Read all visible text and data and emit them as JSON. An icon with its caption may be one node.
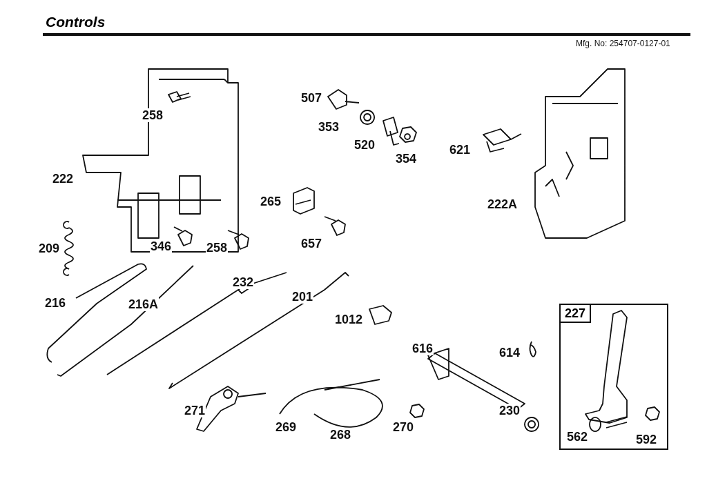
{
  "diagram": {
    "title": "Controls",
    "nodes": [
      {
        "text": [
          "227"
        ]
      }
    ],
    "edges": [],
    "labels": [
      "Mfg. No: 254707-0127-01",
      "507",
      "258",
      "353",
      "520",
      "621",
      "354",
      "222",
      "265",
      "222A",
      "346",
      "258",
      "657",
      "209",
      "232",
      "201",
      "216",
      "216A",
      "1012",
      "616",
      "614",
      "271",
      "230",
      "269",
      "270",
      "268",
      "562",
      "592"
    ]
  }
}
